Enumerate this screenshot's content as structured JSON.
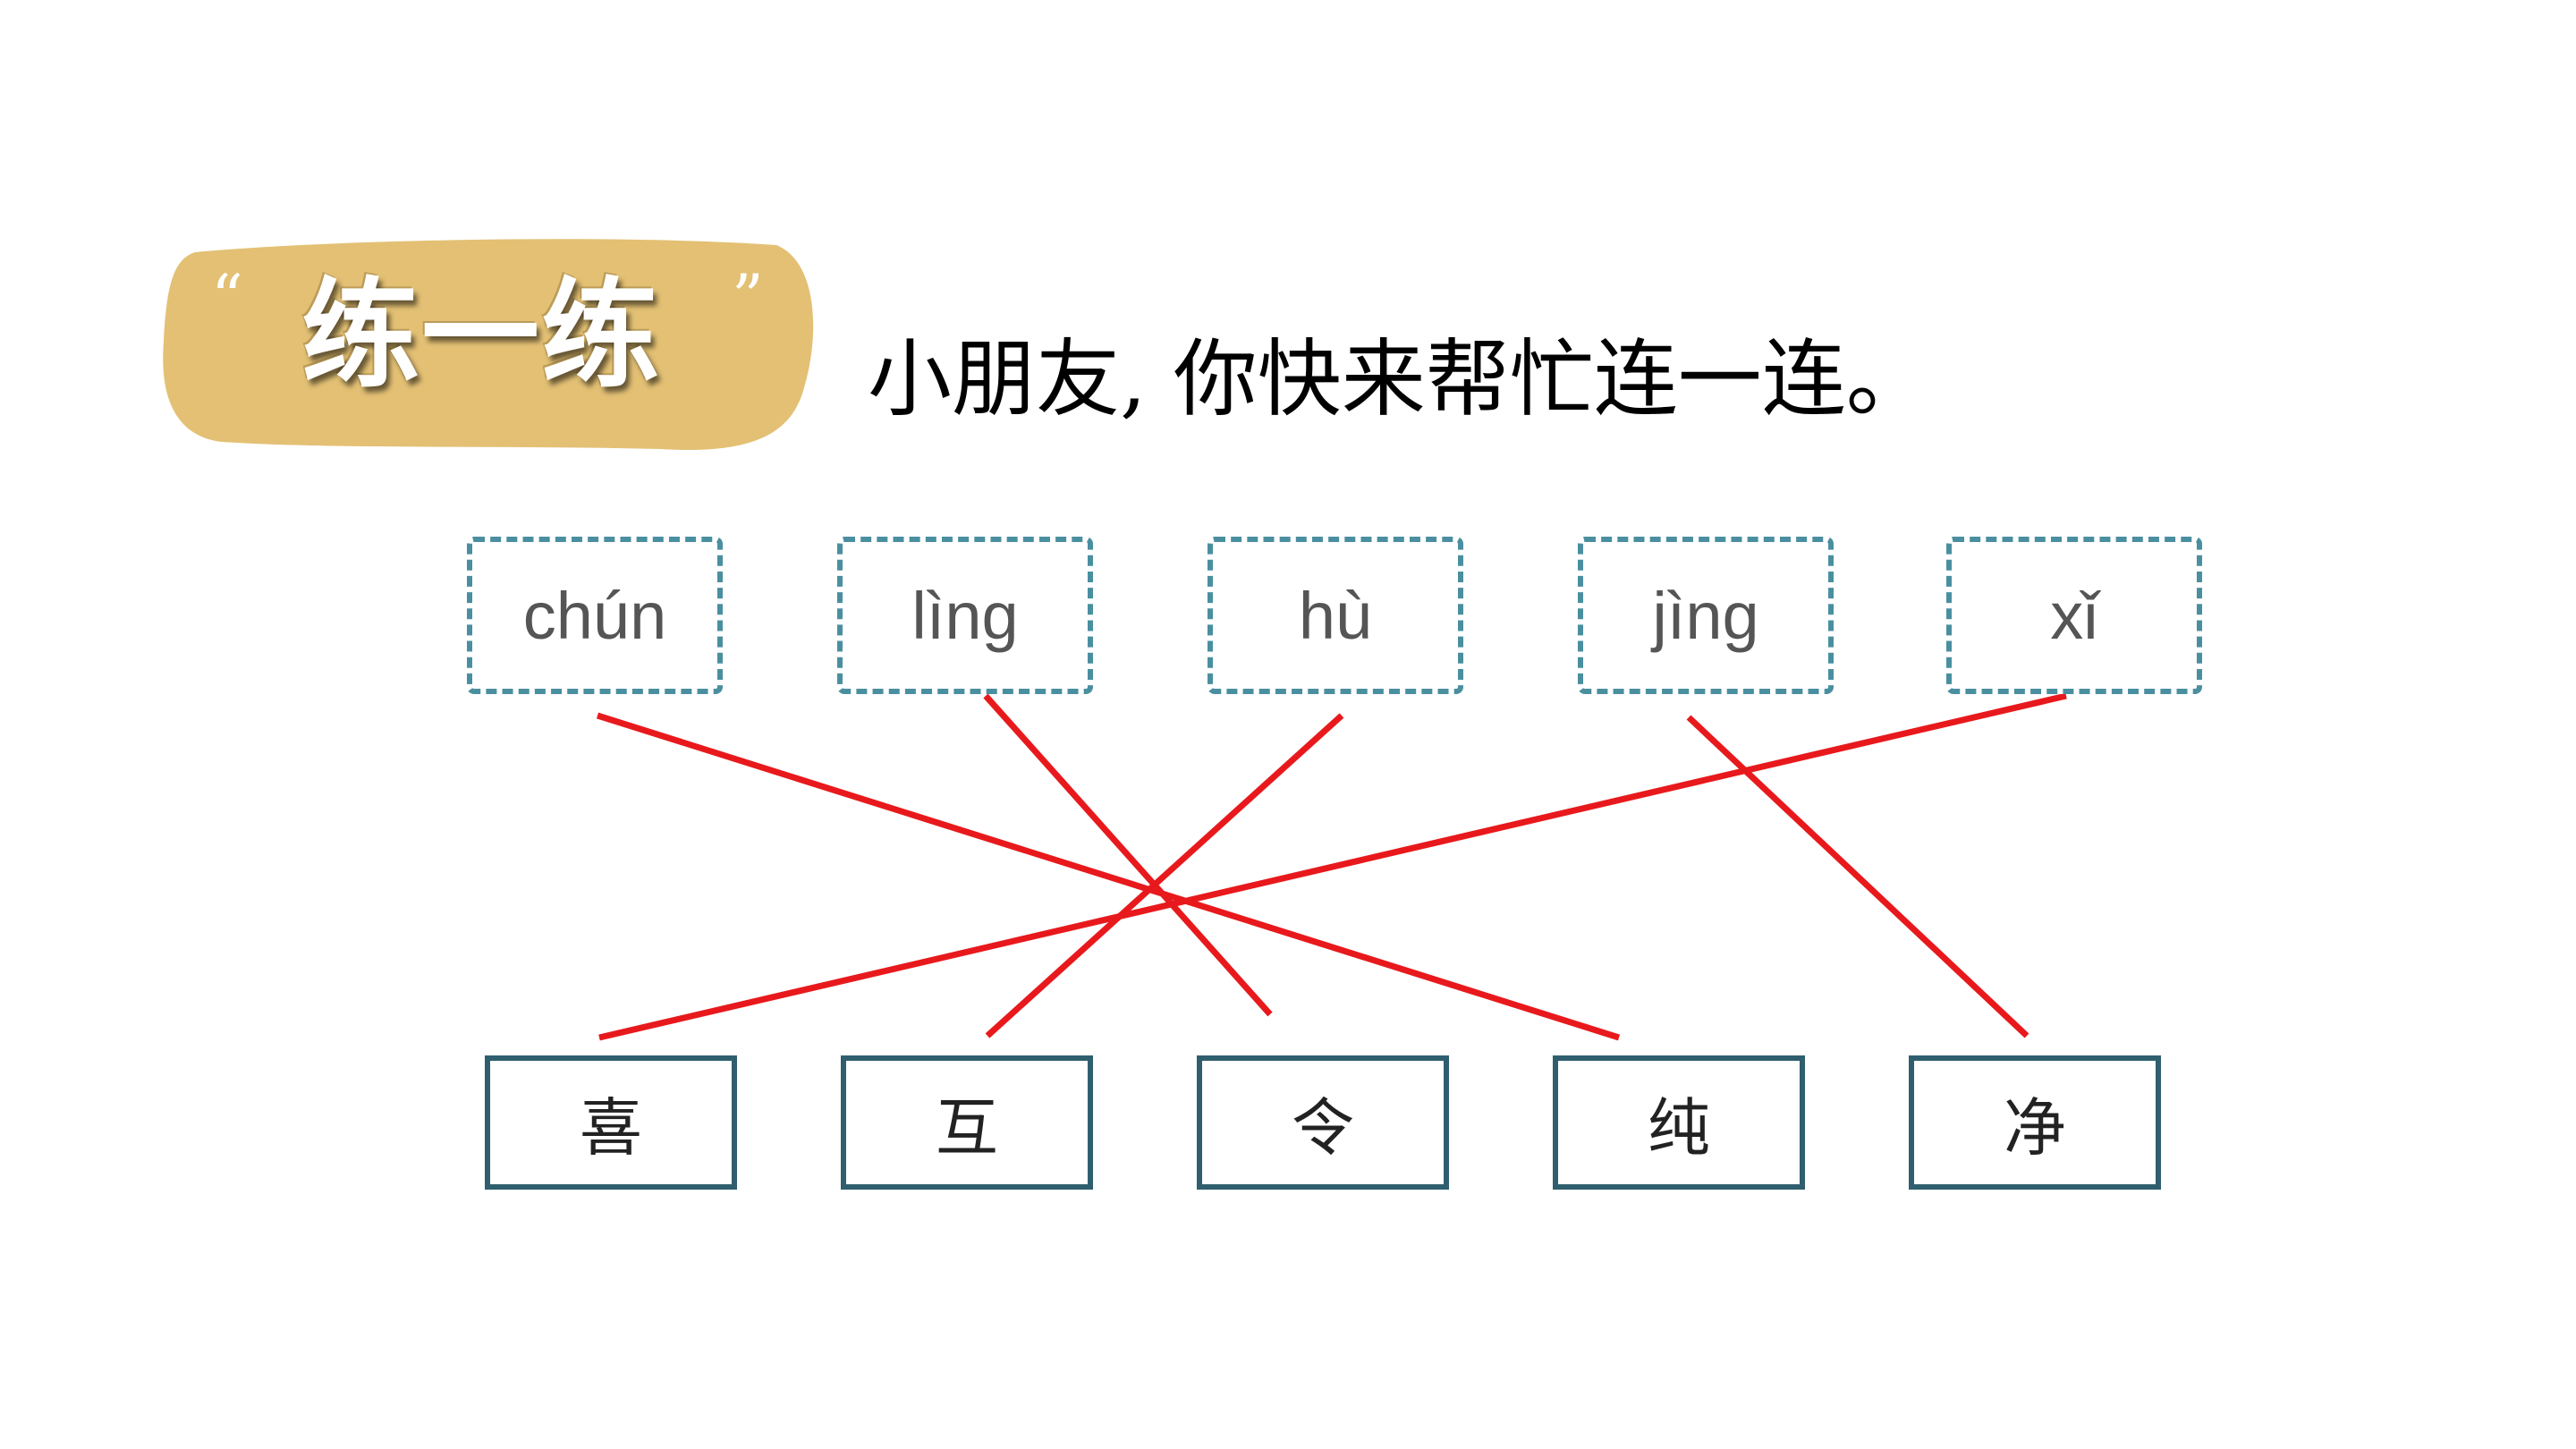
{
  "badge": {
    "title": "练一练",
    "quote_open": "“",
    "quote_close": "”",
    "colors": {
      "fill": "#e3c074",
      "text": "#ffffff"
    }
  },
  "instruction": "小朋友, 你快来帮忙连一连。",
  "pinyin": [
    "chún",
    "lìng",
    "hù",
    "jìng",
    "xǐ"
  ],
  "characters": [
    "喜",
    "互",
    "令",
    "纯",
    "净"
  ],
  "matches": [
    {
      "pinyin": "chún",
      "character": "纯"
    },
    {
      "pinyin": "lìng",
      "character": "令"
    },
    {
      "pinyin": "hù",
      "character": "互"
    },
    {
      "pinyin": "jìng",
      "character": "净"
    },
    {
      "pinyin": "xǐ",
      "character": "喜"
    }
  ],
  "colors": {
    "line": "#e8191c",
    "pinyin_border": "#4a8fa0",
    "char_border": "#2f5f6e"
  }
}
